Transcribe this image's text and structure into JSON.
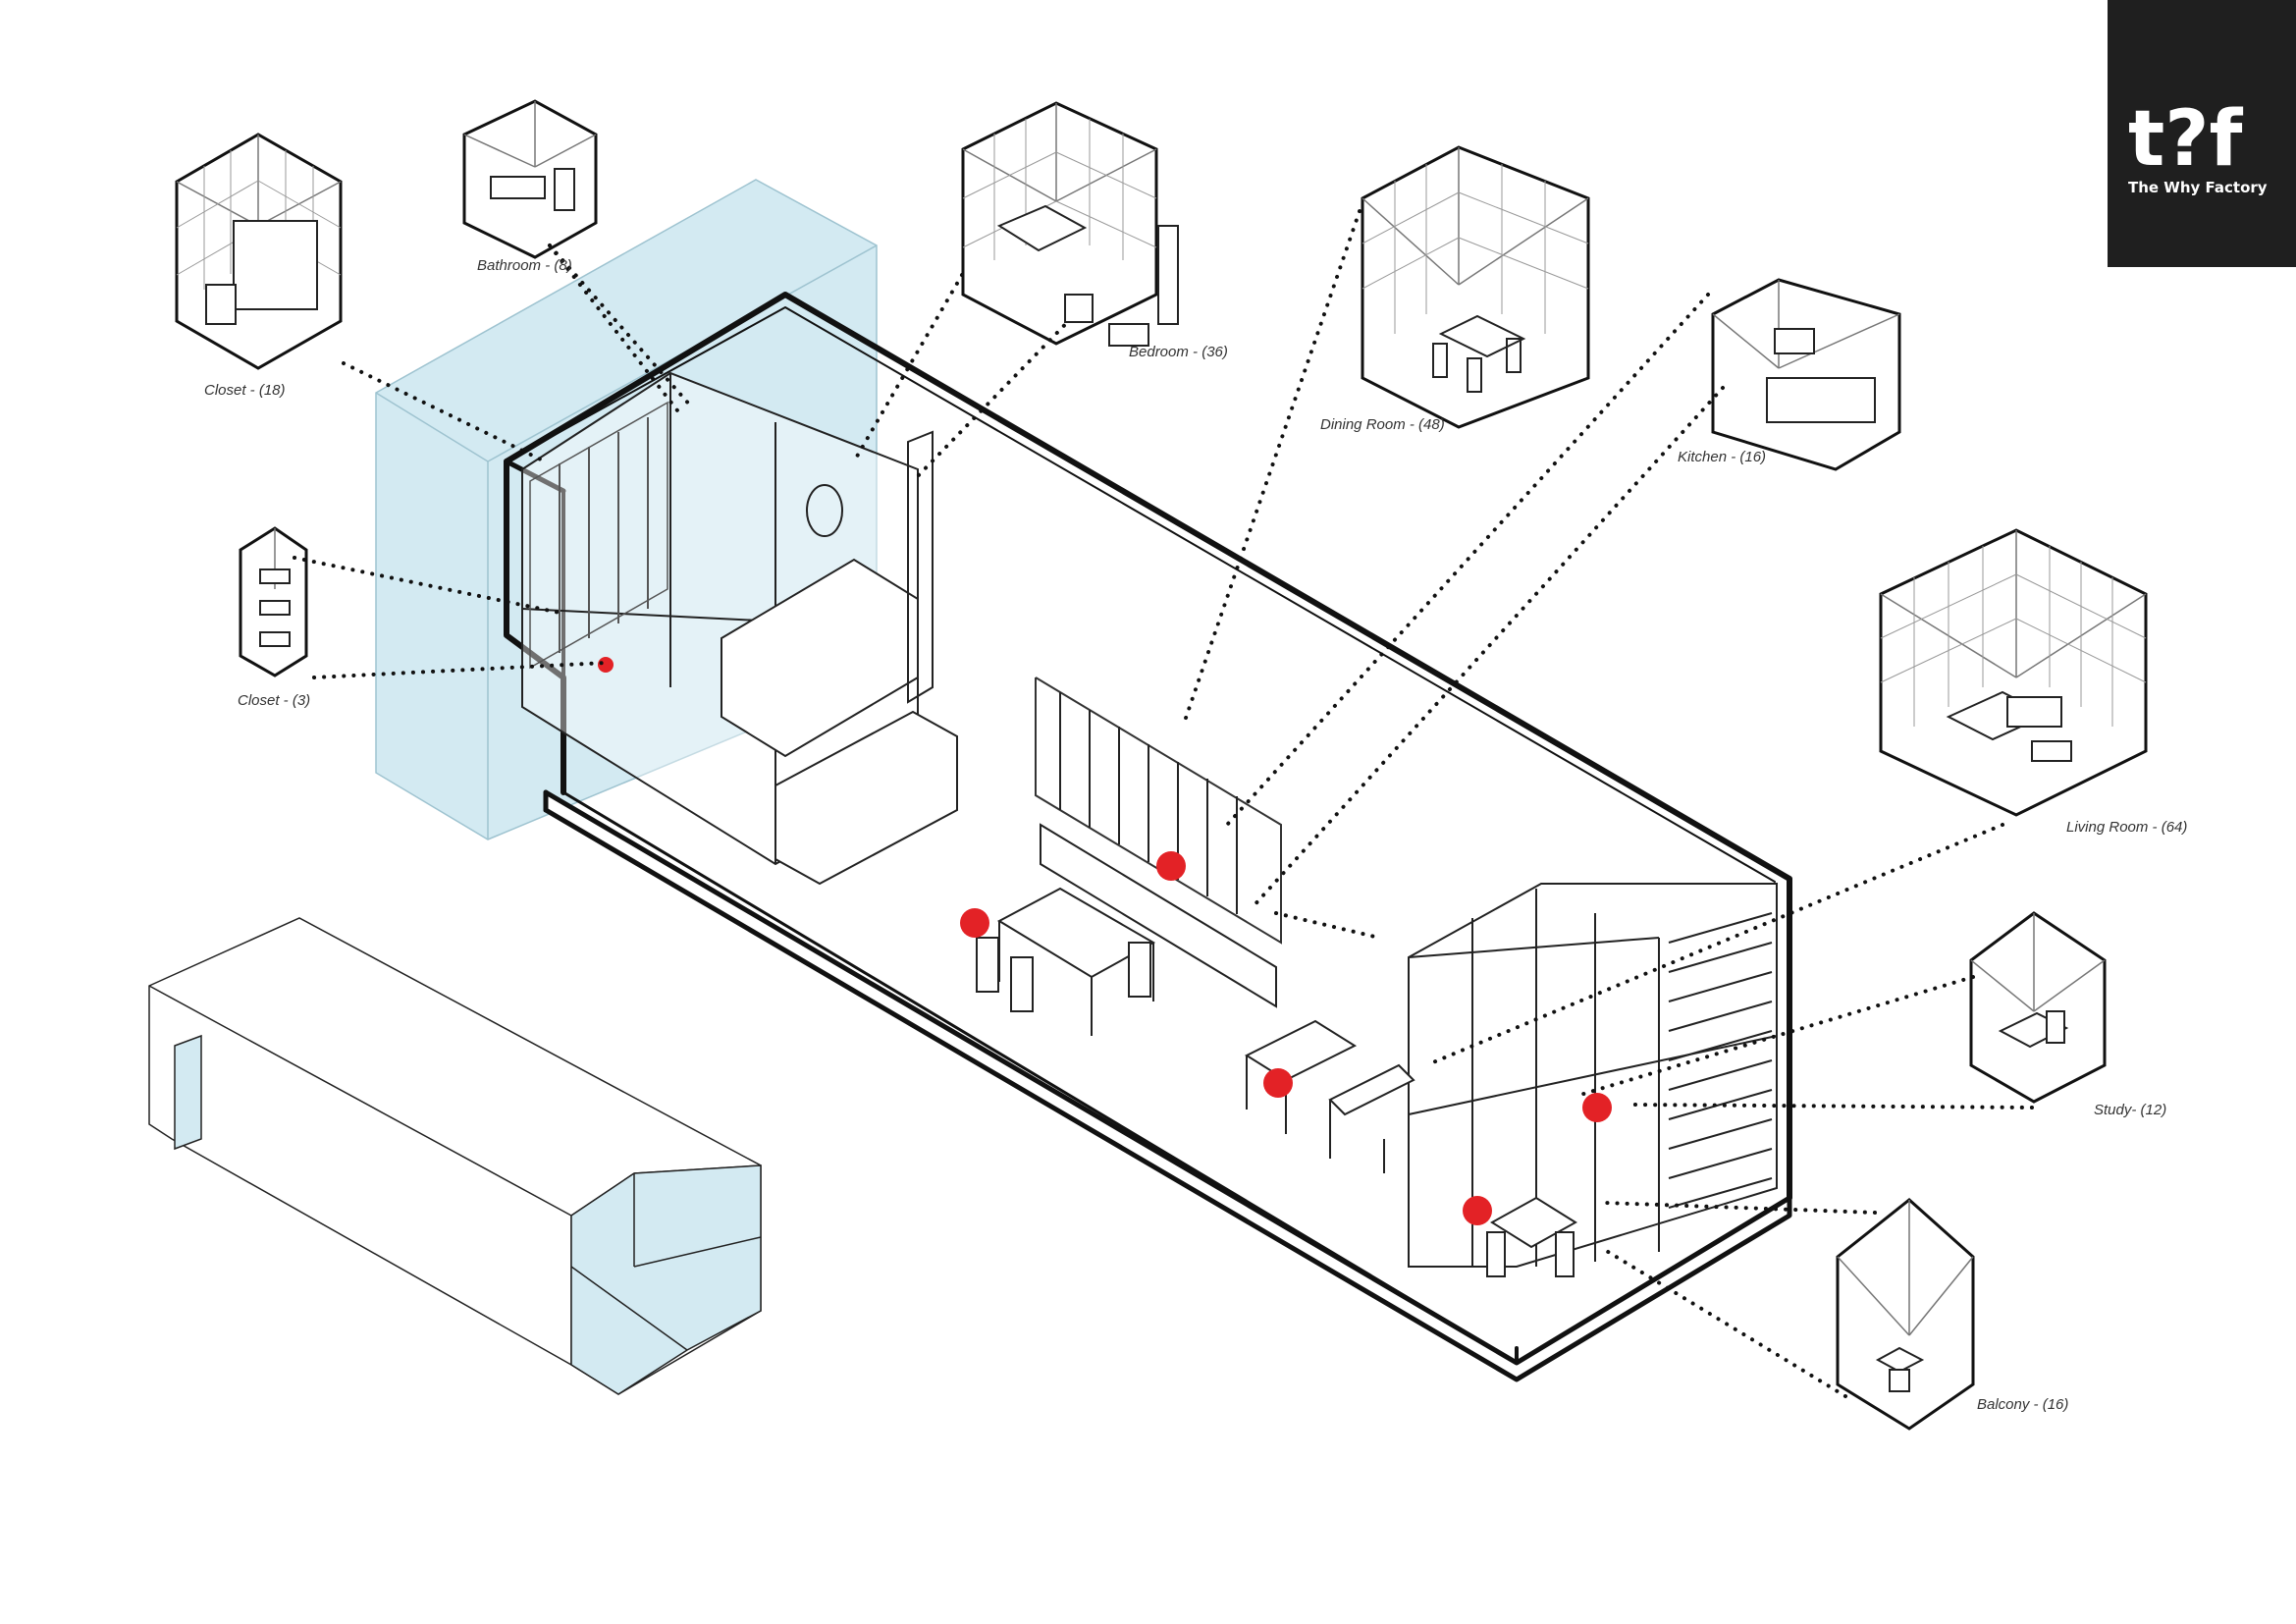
{
  "logo": {
    "mark": "t?f",
    "name": "The Why Factory"
  },
  "rooms": [
    {
      "label": "Closet - (18)"
    },
    {
      "label": "Bathroom - (8)"
    },
    {
      "label": "Bedroom - (36)"
    },
    {
      "label": "Dining Room - (48)"
    },
    {
      "label": "Kitchen - (16)"
    },
    {
      "label": "Closet - (3)"
    },
    {
      "label": "Living Room - (64)"
    },
    {
      "label": "Study- (12)"
    },
    {
      "label": "Balcony - (16)"
    }
  ],
  "colors": {
    "glass": "#d3eaf2",
    "marker": "#e32226",
    "logo_bg": "#1f1f1f",
    "line": "#111111"
  }
}
